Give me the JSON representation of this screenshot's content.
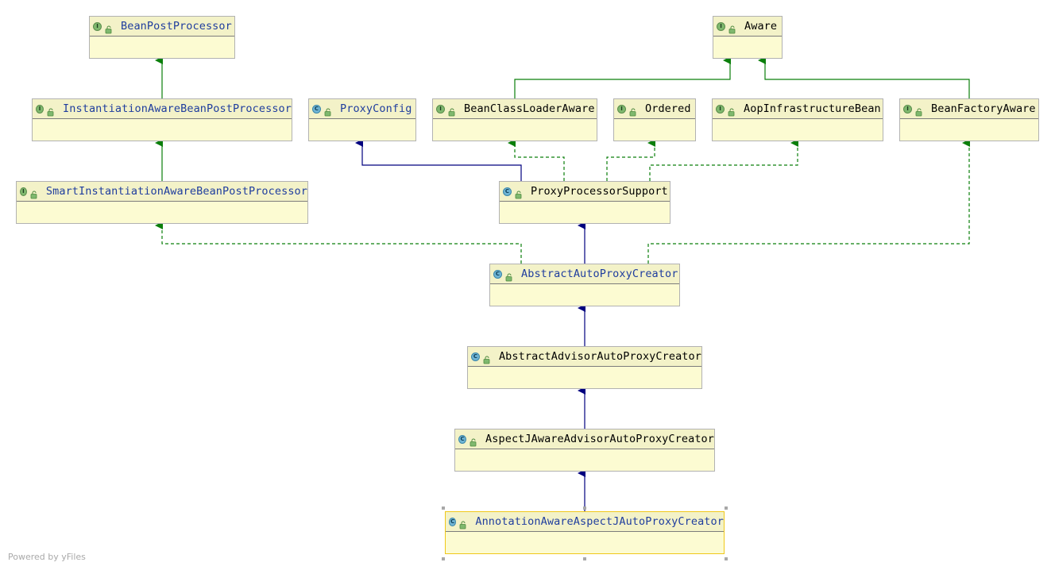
{
  "diagram": {
    "nodes": [
      {
        "id": "bpp",
        "label": "BeanPostProcessor",
        "kind": "I",
        "link": true
      },
      {
        "id": "aware",
        "label": "Aware",
        "kind": "I",
        "link": false
      },
      {
        "id": "iabpp",
        "label": "InstantiationAwareBeanPostProcessor",
        "kind": "I",
        "link": true
      },
      {
        "id": "pc",
        "label": "ProxyConfig",
        "kind": "C",
        "link": true
      },
      {
        "id": "bcla",
        "label": "BeanClassLoaderAware",
        "kind": "I",
        "link": false
      },
      {
        "id": "ord",
        "label": "Ordered",
        "kind": "I",
        "link": false
      },
      {
        "id": "aib",
        "label": "AopInfrastructureBean",
        "kind": "I",
        "link": false
      },
      {
        "id": "bfa",
        "label": "BeanFactoryAware",
        "kind": "I",
        "link": false
      },
      {
        "id": "siabpp",
        "label": "SmartInstantiationAwareBeanPostProcessor",
        "kind": "I",
        "link": true
      },
      {
        "id": "pps",
        "label": "ProxyProcessorSupport",
        "kind": "C",
        "link": false
      },
      {
        "id": "aapc",
        "label": "AbstractAutoProxyCreator",
        "kind": "C",
        "link": true
      },
      {
        "id": "aaapc",
        "label": "AbstractAdvisorAutoProxyCreator",
        "kind": "C",
        "link": false
      },
      {
        "id": "ajaapc",
        "label": "AspectJAwareAdvisorAutoProxyCreator",
        "kind": "C",
        "link": false
      },
      {
        "id": "aaajapc",
        "label": "AnnotationAwareAspectJAutoProxyCreator",
        "kind": "C",
        "link": true,
        "selected": true
      }
    ],
    "edges": [
      {
        "from": "iabpp",
        "to": "bpp",
        "type": "extends-interface"
      },
      {
        "from": "siabpp",
        "to": "iabpp",
        "type": "extends-interface"
      },
      {
        "from": "bcla",
        "to": "aware",
        "type": "extends-interface"
      },
      {
        "from": "bfa",
        "to": "aware",
        "type": "extends-interface"
      },
      {
        "from": "pps",
        "to": "pc",
        "type": "extends-class"
      },
      {
        "from": "pps",
        "to": "bcla",
        "type": "implements"
      },
      {
        "from": "pps",
        "to": "ord",
        "type": "implements"
      },
      {
        "from": "pps",
        "to": "aib",
        "type": "implements"
      },
      {
        "from": "aapc",
        "to": "pps",
        "type": "extends-class"
      },
      {
        "from": "aapc",
        "to": "siabpp",
        "type": "implements"
      },
      {
        "from": "aapc",
        "to": "bfa",
        "type": "implements"
      },
      {
        "from": "aaapc",
        "to": "aapc",
        "type": "extends-class"
      },
      {
        "from": "ajaapc",
        "to": "aaapc",
        "type": "extends-class"
      },
      {
        "from": "aaajapc",
        "to": "ajaapc",
        "type": "extends-class"
      }
    ]
  },
  "colors": {
    "interface_edge": "#0b7f0b",
    "class_edge": "#00007f",
    "link_text": "#1f3d9e",
    "node_fill": "#fcfbd2"
  },
  "icons": {
    "interface": "interface-i-icon",
    "class": "class-c-icon",
    "visibility": "public-lock-icon"
  },
  "footer": {
    "text": "Powered by yFiles"
  }
}
